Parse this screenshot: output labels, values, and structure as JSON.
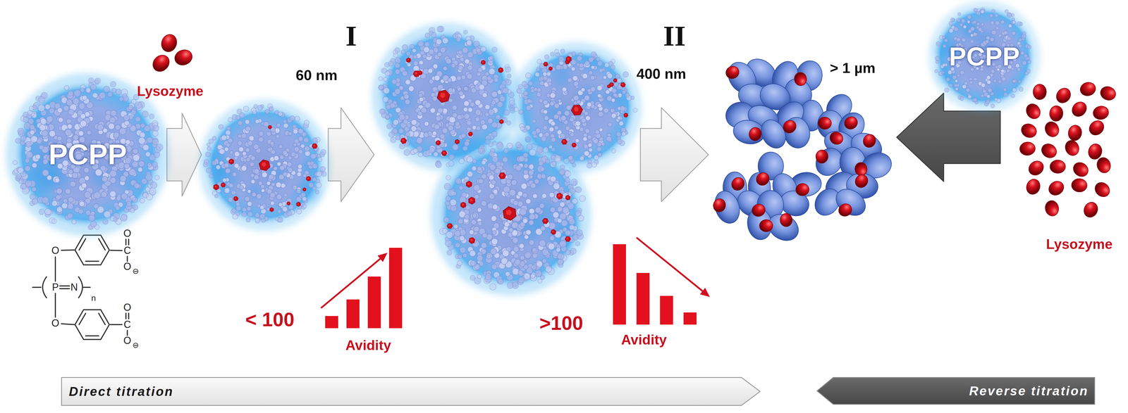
{
  "diagram": {
    "nodes": [
      {
        "text": [
          "PCPP"
        ]
      },
      {
        "text": [
          "60 nm"
        ]
      },
      {
        "text": [
          "400 nm"
        ]
      },
      {
        "text": [
          "> 1 µm"
        ]
      },
      {
        "text": [
          "PCPP"
        ]
      },
      {
        "text": [
          "Direct titration"
        ]
      },
      {
        "text": [
          "Reverse titration"
        ]
      }
    ],
    "edges": [
      {
        "from": 0,
        "to": 1,
        "arrow": "to"
      },
      {
        "from": 1,
        "to": 2,
        "arrow": "to",
        "label": "I"
      },
      {
        "from": 2,
        "to": 3,
        "arrow": "to",
        "label": "II"
      },
      {
        "from": 4,
        "to": 3,
        "arrow": "to"
      }
    ],
    "labels": [
      "Lysozyme",
      "O",
      "O",
      "C",
      "O",
      "⊖",
      "P",
      "N",
      "n",
      "O",
      "O",
      "C",
      "O",
      "⊖",
      "< 100",
      "Avidity",
      ">100",
      "Avidity",
      "Lysozyme"
    ]
  }
}
